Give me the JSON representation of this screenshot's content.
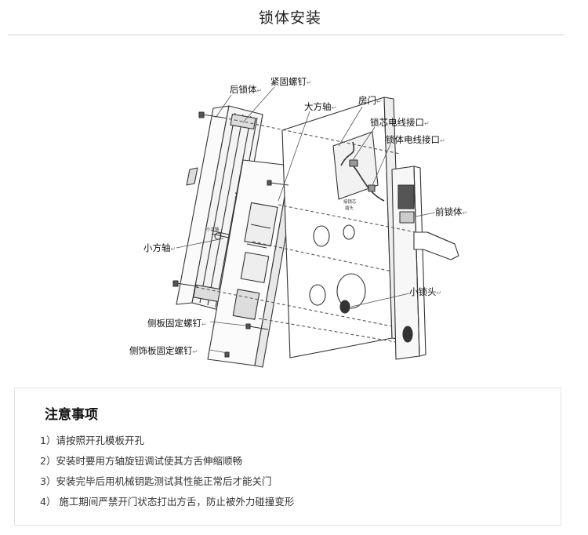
{
  "header": {
    "title": "锁体安装"
  },
  "diagram": {
    "labels": {
      "rear_lock_body": "后锁体",
      "fastening_screw": "紧固螺钉",
      "large_square_shaft": "大方轴",
      "door": "房门",
      "core_wire_connector": "锁芯电线接口",
      "body_wire_connector": "锁体电线接口",
      "front_lock_body": "前锁体",
      "small_square_shaft": "小方轴",
      "small_lock_head": "小锁头",
      "side_plate_screw": "侧板固定螺钉",
      "trim_plate_screw": "侧饰板固定螺钉",
      "mini_square_shaft": "小方轴",
      "core_plug_a": "接锁芯",
      "core_plug_b": "插头"
    },
    "return_mark": "↵",
    "line_color": "#333333",
    "label_line_color": "#555555"
  },
  "notes": {
    "title": "注意事项",
    "items": [
      "1）请按照开孔模板开孔",
      "2）安装时要用方轴旋钮调试使其方舌伸缩顺畅",
      "3）安装完毕后用机械钥匙测试其性能正常后才能关门",
      "4） 施工期间严禁开门状态打出方舌，防止被外力碰撞变形"
    ]
  }
}
